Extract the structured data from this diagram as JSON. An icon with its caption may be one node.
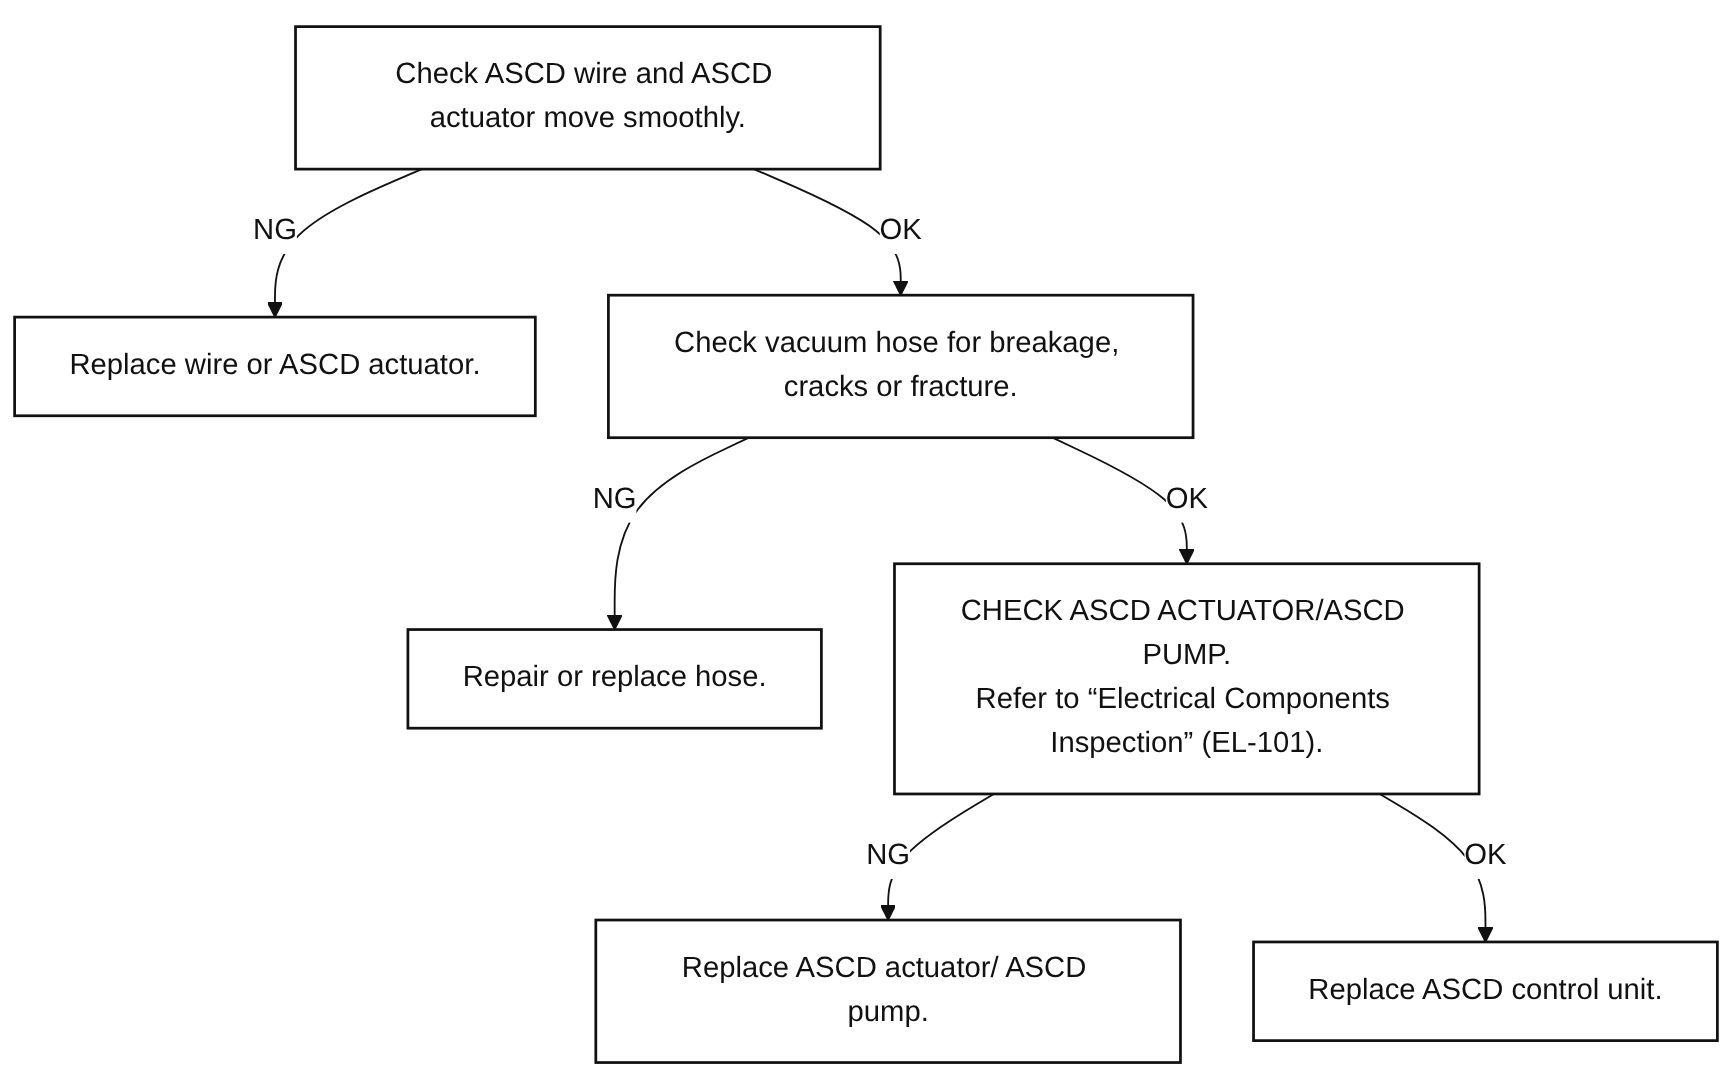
{
  "diagram": {
    "nodes": [
      {
        "text": [
          "Check ASCD wire and ASCD actuator move smoothly."
        ]
      },
      {
        "text": [
          "Replace wire or ASCD actuator."
        ]
      },
      {
        "text": [
          "Check vacuum hose for breakage, cracks or fracture."
        ]
      },
      {
        "text": [
          "Repair or replace hose."
        ]
      },
      {
        "text": [
          "CHECK ASCD ACTUATOR/ASCD PUMP.",
          "Refer to “Electrical Components Inspection” (EL-101)."
        ]
      },
      {
        "text": [
          "Replace ASCD actuator/ ASCD pump."
        ]
      },
      {
        "text": [
          "Replace ASCD control unit."
        ]
      }
    ],
    "edges": [
      {
        "from": 0,
        "to": 1,
        "arrow": "to",
        "label": "NG"
      },
      {
        "from": 0,
        "to": 2,
        "arrow": "to",
        "label": "OK"
      },
      {
        "from": 2,
        "to": 3,
        "arrow": "to",
        "label": "NG"
      },
      {
        "from": 2,
        "to": 4,
        "arrow": "to",
        "label": "OK"
      },
      {
        "from": 4,
        "to": 5,
        "arrow": "to",
        "label": "NG"
      },
      {
        "from": 4,
        "to": 6,
        "arrow": "to",
        "label": "OK"
      }
    ]
  }
}
